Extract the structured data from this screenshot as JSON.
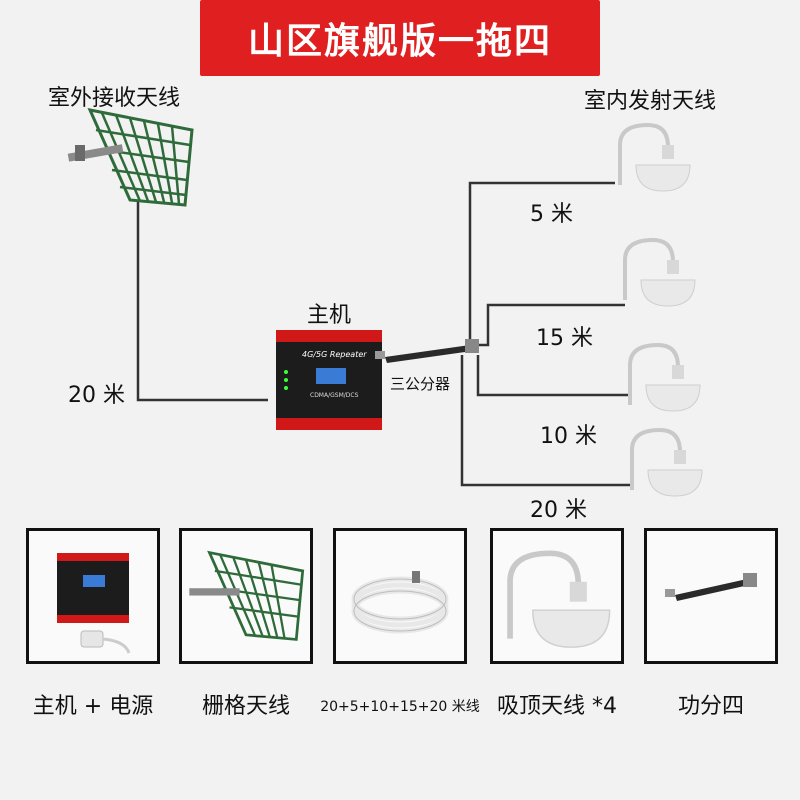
{
  "banner": {
    "title": "山区旗舰版一拖四"
  },
  "diagram": {
    "outdoor_antenna_label": "室外接收天线",
    "indoor_antenna_label": "室内发射天线",
    "host_label": "主机",
    "splitter_label": "三公分器",
    "cable_main": "20 米",
    "cable_1": "5 米",
    "cable_2": "15 米",
    "cable_3": "10 米",
    "cable_4": "20 米",
    "device_screen_title": "4G/5G Repeater",
    "device_screen_sub": "CDMA/GSM/DCS"
  },
  "components": [
    {
      "label": "主机 + 电源"
    },
    {
      "label": "栅格天线"
    },
    {
      "label": "20+5+10+15+20 米线"
    },
    {
      "label": "吸顶天线 *4"
    },
    {
      "label": "功分四"
    }
  ],
  "colors": {
    "banner": "#e02020",
    "antenna_green": "#2f6b3a",
    "device_red": "#d01818",
    "device_dark": "#1c1c1c"
  }
}
